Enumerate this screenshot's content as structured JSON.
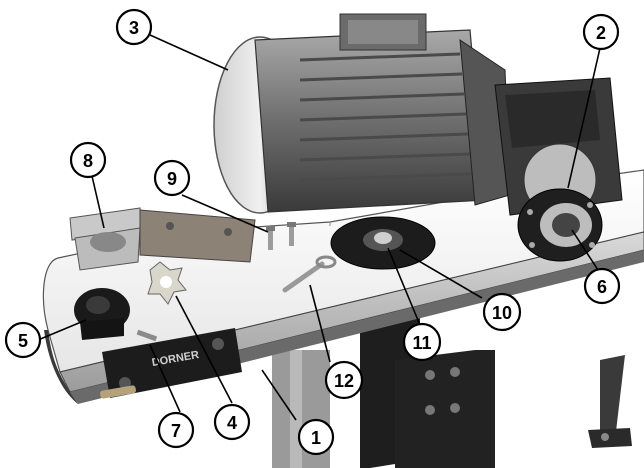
{
  "figure": {
    "brand_label": "DORNER",
    "callouts": [
      "1",
      "2",
      "3",
      "4",
      "5",
      "6",
      "7",
      "8",
      "9",
      "10",
      "11",
      "12"
    ]
  },
  "colors": {
    "background": "#ffffff",
    "conveyor_belt": "#f2f2f2",
    "frame_dark": "#2a2a2a",
    "motor_body": "#7d7d7d",
    "callout_fill": "#ffffff",
    "callout_stroke": "#000000"
  }
}
